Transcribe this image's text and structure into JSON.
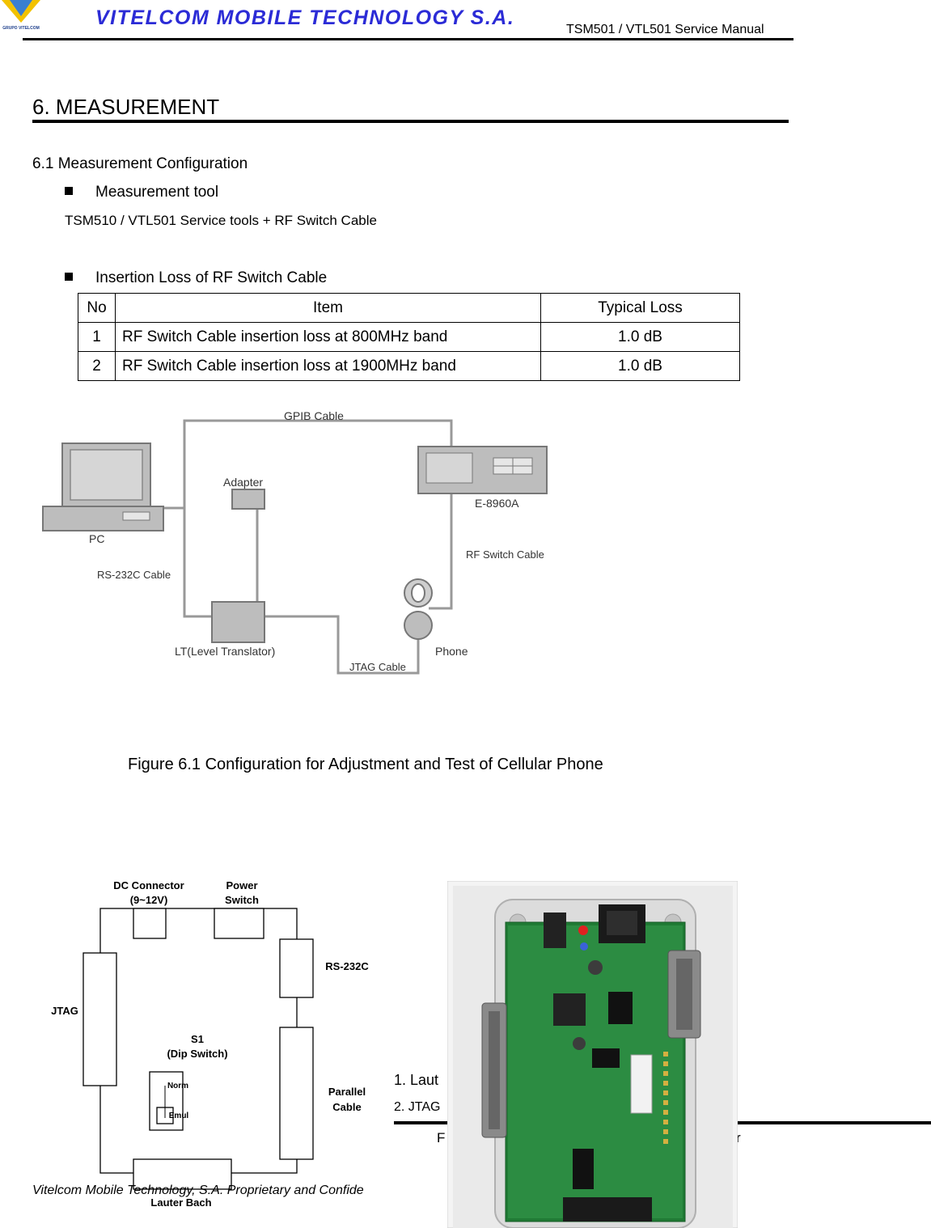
{
  "header": {
    "logo_text": "GRUPO VITELCOM",
    "company": "VITELCOM MOBILE TECHNOLOGY S.A.",
    "manual": "TSM501 / VTL501 Service Manual"
  },
  "section": {
    "title": "6. MEASUREMENT",
    "subsection": "6.1 Measurement Configuration",
    "bullet1": "Measurement tool",
    "tools_text": "TSM510 / VTL501 Service tools + RF Switch Cable",
    "bullet2": "Insertion Loss of RF Switch Cable"
  },
  "table": {
    "headers": [
      "No",
      "Item",
      "Typical Loss"
    ],
    "rows": [
      [
        "1",
        "RF Switch Cable insertion loss at 800MHz band",
        "1.0 dB"
      ],
      [
        "2",
        "RF Switch Cable insertion loss at 1900MHz band",
        "1.0 dB"
      ]
    ]
  },
  "diagram": {
    "gpib": "GPIB Cable",
    "adapter": "Adapter",
    "e8960": "E-8960A",
    "pc": "PC",
    "rs232": "RS-232C Cable",
    "rfswitch": "RF Switch Cable",
    "lt": "LT(Level Translator)",
    "jtag_cable": "JTAG Cable",
    "phone": "Phone"
  },
  "figure1_caption": "Figure 6.1 Configuration for Adjustment and Test of Cellular Phone",
  "board": {
    "dc1": "DC Connector",
    "dc2": "(9~12V)",
    "power1": "Power",
    "power2": "Switch",
    "rs232c": "RS-232C",
    "jtag": "JTAG",
    "s1a": "S1",
    "s1b": "(Dip Switch)",
    "norm": "Norm",
    "emul": "Emul",
    "parallel1": "Parallel",
    "parallel2": "Cable",
    "lauter": "Lauter Bach"
  },
  "steps": {
    "step1": "1. Laut",
    "step2": "2. JTAG",
    "fig2_left": "F",
    "fig2_right": "r"
  },
  "footer": "Vitelcom Mobile Technology, S.A.   Proprietary and Confide"
}
